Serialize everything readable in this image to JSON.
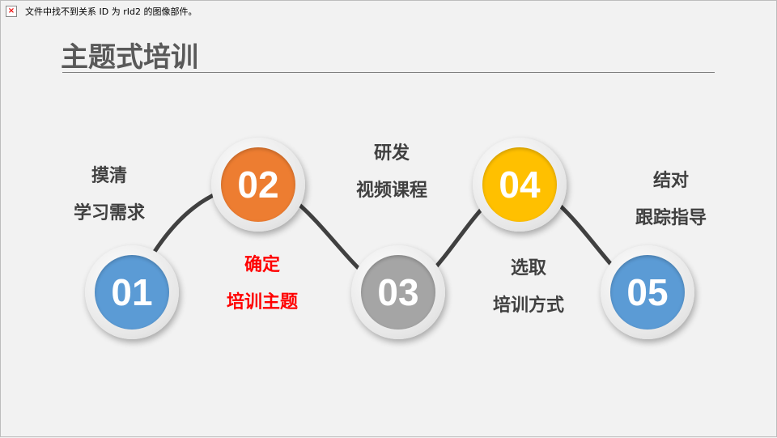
{
  "error_notice": "文件中找不到关系 ID 为 rId2 的图像部件。",
  "title": "主题式培训",
  "steps": [
    {
      "number": "01",
      "line1": "摸清",
      "line2": "学习需求",
      "color": "#5b9bd5",
      "label_color": "#404040"
    },
    {
      "number": "02",
      "line1": "确定",
      "line2": "培训主题",
      "color": "#ed7d31",
      "label_color": "#ff0000"
    },
    {
      "number": "03",
      "line1": "研发",
      "line2": "视频课程",
      "color": "#a5a5a5",
      "label_color": "#404040"
    },
    {
      "number": "04",
      "line1": "选取",
      "line2": "培训方式",
      "color": "#ffc000",
      "label_color": "#404040"
    },
    {
      "number": "05",
      "line1": "结对",
      "line2": "跟踪指导",
      "color": "#5b9bd5",
      "label_color": "#404040"
    }
  ]
}
